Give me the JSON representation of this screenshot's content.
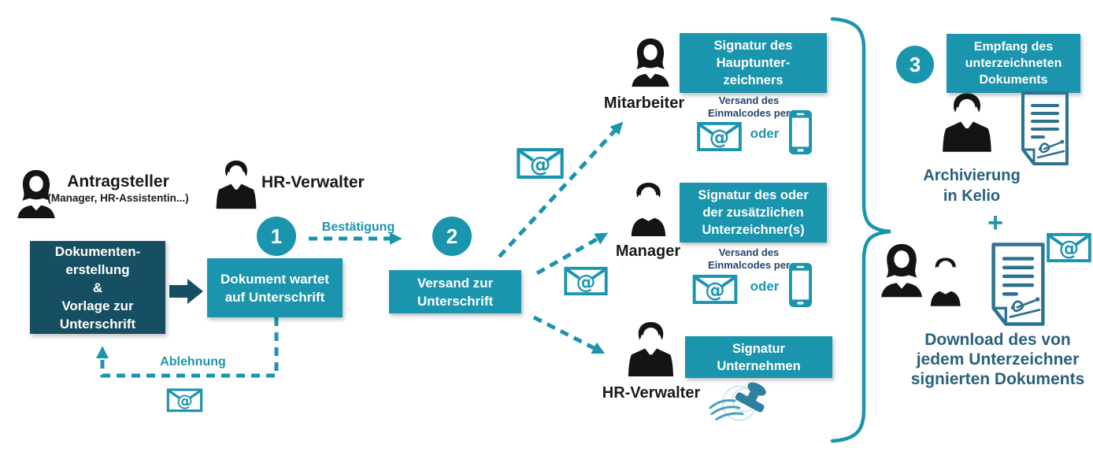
{
  "colors": {
    "teal": "#1b94ae",
    "dark_box": "#174f62",
    "caption_navy": "#24456b",
    "heading_blue": "#27617c",
    "silhouette_black": "#141414"
  },
  "actors": {
    "applicant": {
      "name": "Antragsteller",
      "subtitle": "(Manager, HR-Assistentin...)"
    },
    "hr_admin": {
      "name": "HR-Verwalter"
    }
  },
  "steps": {
    "one": "1",
    "two": "2",
    "three": "3"
  },
  "boxes": {
    "creation": {
      "line1": "Dokumenten-",
      "line2": "erstellung",
      "line3": "&",
      "line4": "Vorlage zur",
      "line5": "Unterschrift"
    },
    "waiting": {
      "line1": "Dokument wartet",
      "line2": "auf Unterschrift"
    },
    "send": {
      "line1": "Versand zur",
      "line2": "Unterschrift"
    },
    "receive": {
      "line1": "Empfang des",
      "line2": "unterzeichneten",
      "line3": "Dokuments"
    }
  },
  "labels": {
    "confirm": "Bestätigung",
    "reject": "Ablehnung",
    "plus": "+",
    "archive": {
      "line1": "Archivierung",
      "line2": "in Kelio"
    },
    "download": {
      "line1": "Download des von",
      "line2": "jedem Unterzeichner",
      "line3": "signierten Dokuments"
    }
  },
  "branches": {
    "employee": {
      "person": "Mitarbeiter",
      "box": {
        "line1": "Signatur des",
        "line2": "Hauptunter-",
        "line3": "zeichners"
      },
      "caption": {
        "line1": "Versand des",
        "line2": "Einmalcodes per"
      },
      "or": "oder"
    },
    "manager": {
      "person": "Manager",
      "box": {
        "line1": "Signatur des oder",
        "line2": "der zusätzlichen",
        "line3": "Unterzeichner(s)"
      },
      "caption": {
        "line1": "Versand des",
        "line2": "Einmalcodes per"
      },
      "or": "oder"
    },
    "company": {
      "person": "HR-Verwalter",
      "box": {
        "line1": "Signatur",
        "line2": "Unternehmen"
      }
    }
  },
  "icons": {
    "at_symbol": "@"
  }
}
